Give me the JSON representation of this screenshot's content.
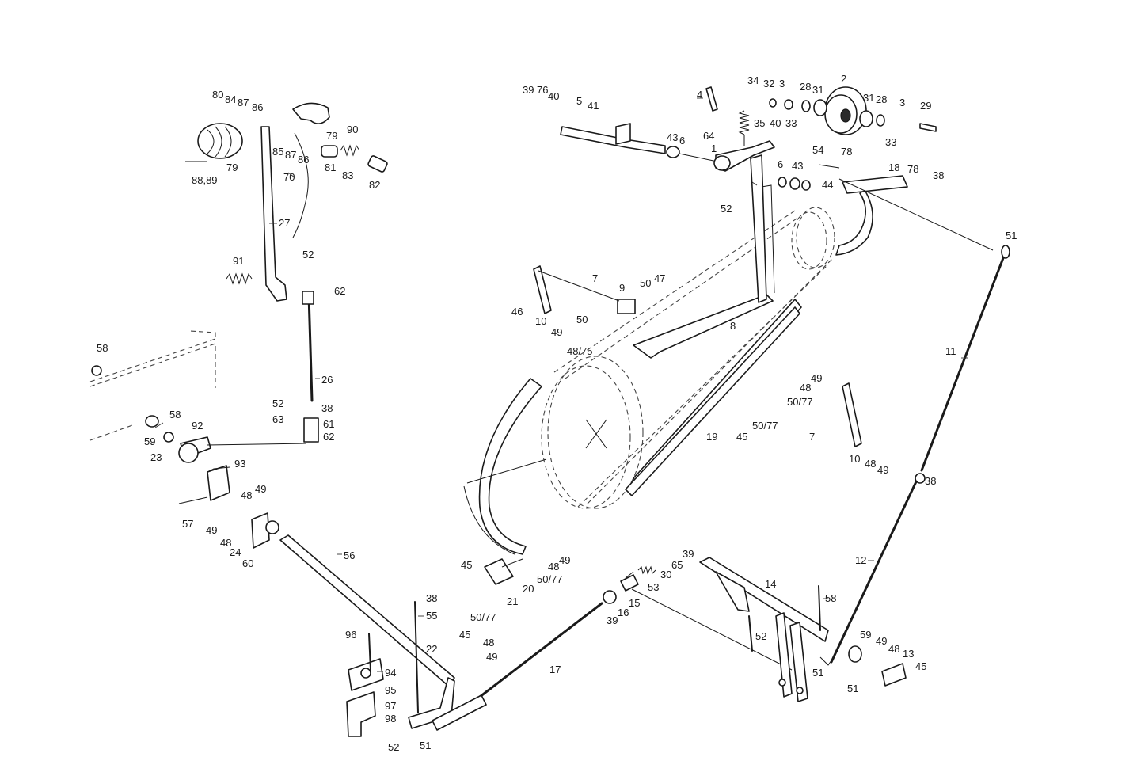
{
  "diagram": {
    "callouts": [
      "80",
      "84",
      "87",
      "86",
      "90",
      "79",
      "85",
      "87",
      "86",
      "81",
      "83",
      "82",
      "79",
      "88,89",
      "70",
      "27",
      "91",
      "52",
      "62",
      "26",
      "52",
      "38",
      "63",
      "61",
      "62",
      "58",
      "58",
      "59",
      "92",
      "23",
      "93",
      "49",
      "48",
      "57",
      "49",
      "48",
      "24",
      "60",
      "56",
      "96",
      "94",
      "95",
      "97",
      "98",
      "52",
      "22",
      "51",
      "38",
      "55",
      "39",
      "76",
      "40",
      "5",
      "41",
      "43",
      "6",
      "64",
      "1",
      "4",
      "34",
      "32",
      "3",
      "28",
      "31",
      "2",
      "31",
      "28",
      "3",
      "29",
      "35",
      "40",
      "33",
      "33",
      "54",
      "78",
      "18",
      "78",
      "38",
      "6",
      "43",
      "44",
      "52",
      "51",
      "7",
      "9",
      "50",
      "47",
      "46",
      "10",
      "49",
      "50",
      "48/75",
      "8",
      "49",
      "48",
      "50/77",
      "45",
      "50/77",
      "7",
      "19",
      "10",
      "48",
      "49",
      "11",
      "38",
      "12",
      "45",
      "20",
      "21",
      "48",
      "49",
      "50/77",
      "45",
      "50/77",
      "48",
      "49",
      "17",
      "39",
      "16",
      "15",
      "53",
      "30",
      "65",
      "39",
      "14",
      "58",
      "52",
      "59",
      "49",
      "48",
      "13",
      "45",
      "51",
      "51"
    ]
  }
}
